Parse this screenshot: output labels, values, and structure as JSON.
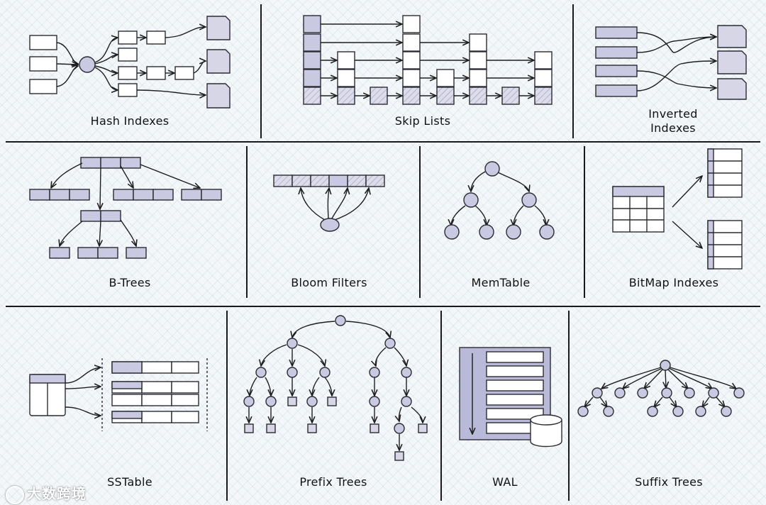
{
  "panels": [
    {
      "id": "hash-indexes",
      "label": "Hash Indexes"
    },
    {
      "id": "skip-lists",
      "label": "Skip Lists"
    },
    {
      "id": "inverted-indexes",
      "label_line1": "Inverted",
      "label_line2": "Indexes"
    },
    {
      "id": "b-trees",
      "label": "B-Trees"
    },
    {
      "id": "bloom-filters",
      "label": "Bloom Filters"
    },
    {
      "id": "memtable",
      "label": "MemTable"
    },
    {
      "id": "bitmap-indexes",
      "label": "BitMap Indexes"
    },
    {
      "id": "sstable",
      "label": "SSTable"
    },
    {
      "id": "prefix-trees",
      "label": "Prefix Trees"
    },
    {
      "id": "wal",
      "label": "WAL"
    },
    {
      "id": "suffix-trees",
      "label": "Suffix Trees"
    }
  ],
  "watermark": "大数跨境",
  "colors": {
    "fill": "#c9c9e2",
    "stroke": "#2b2b33",
    "line": "#1e1e1e",
    "file": "#d6d6e6"
  }
}
